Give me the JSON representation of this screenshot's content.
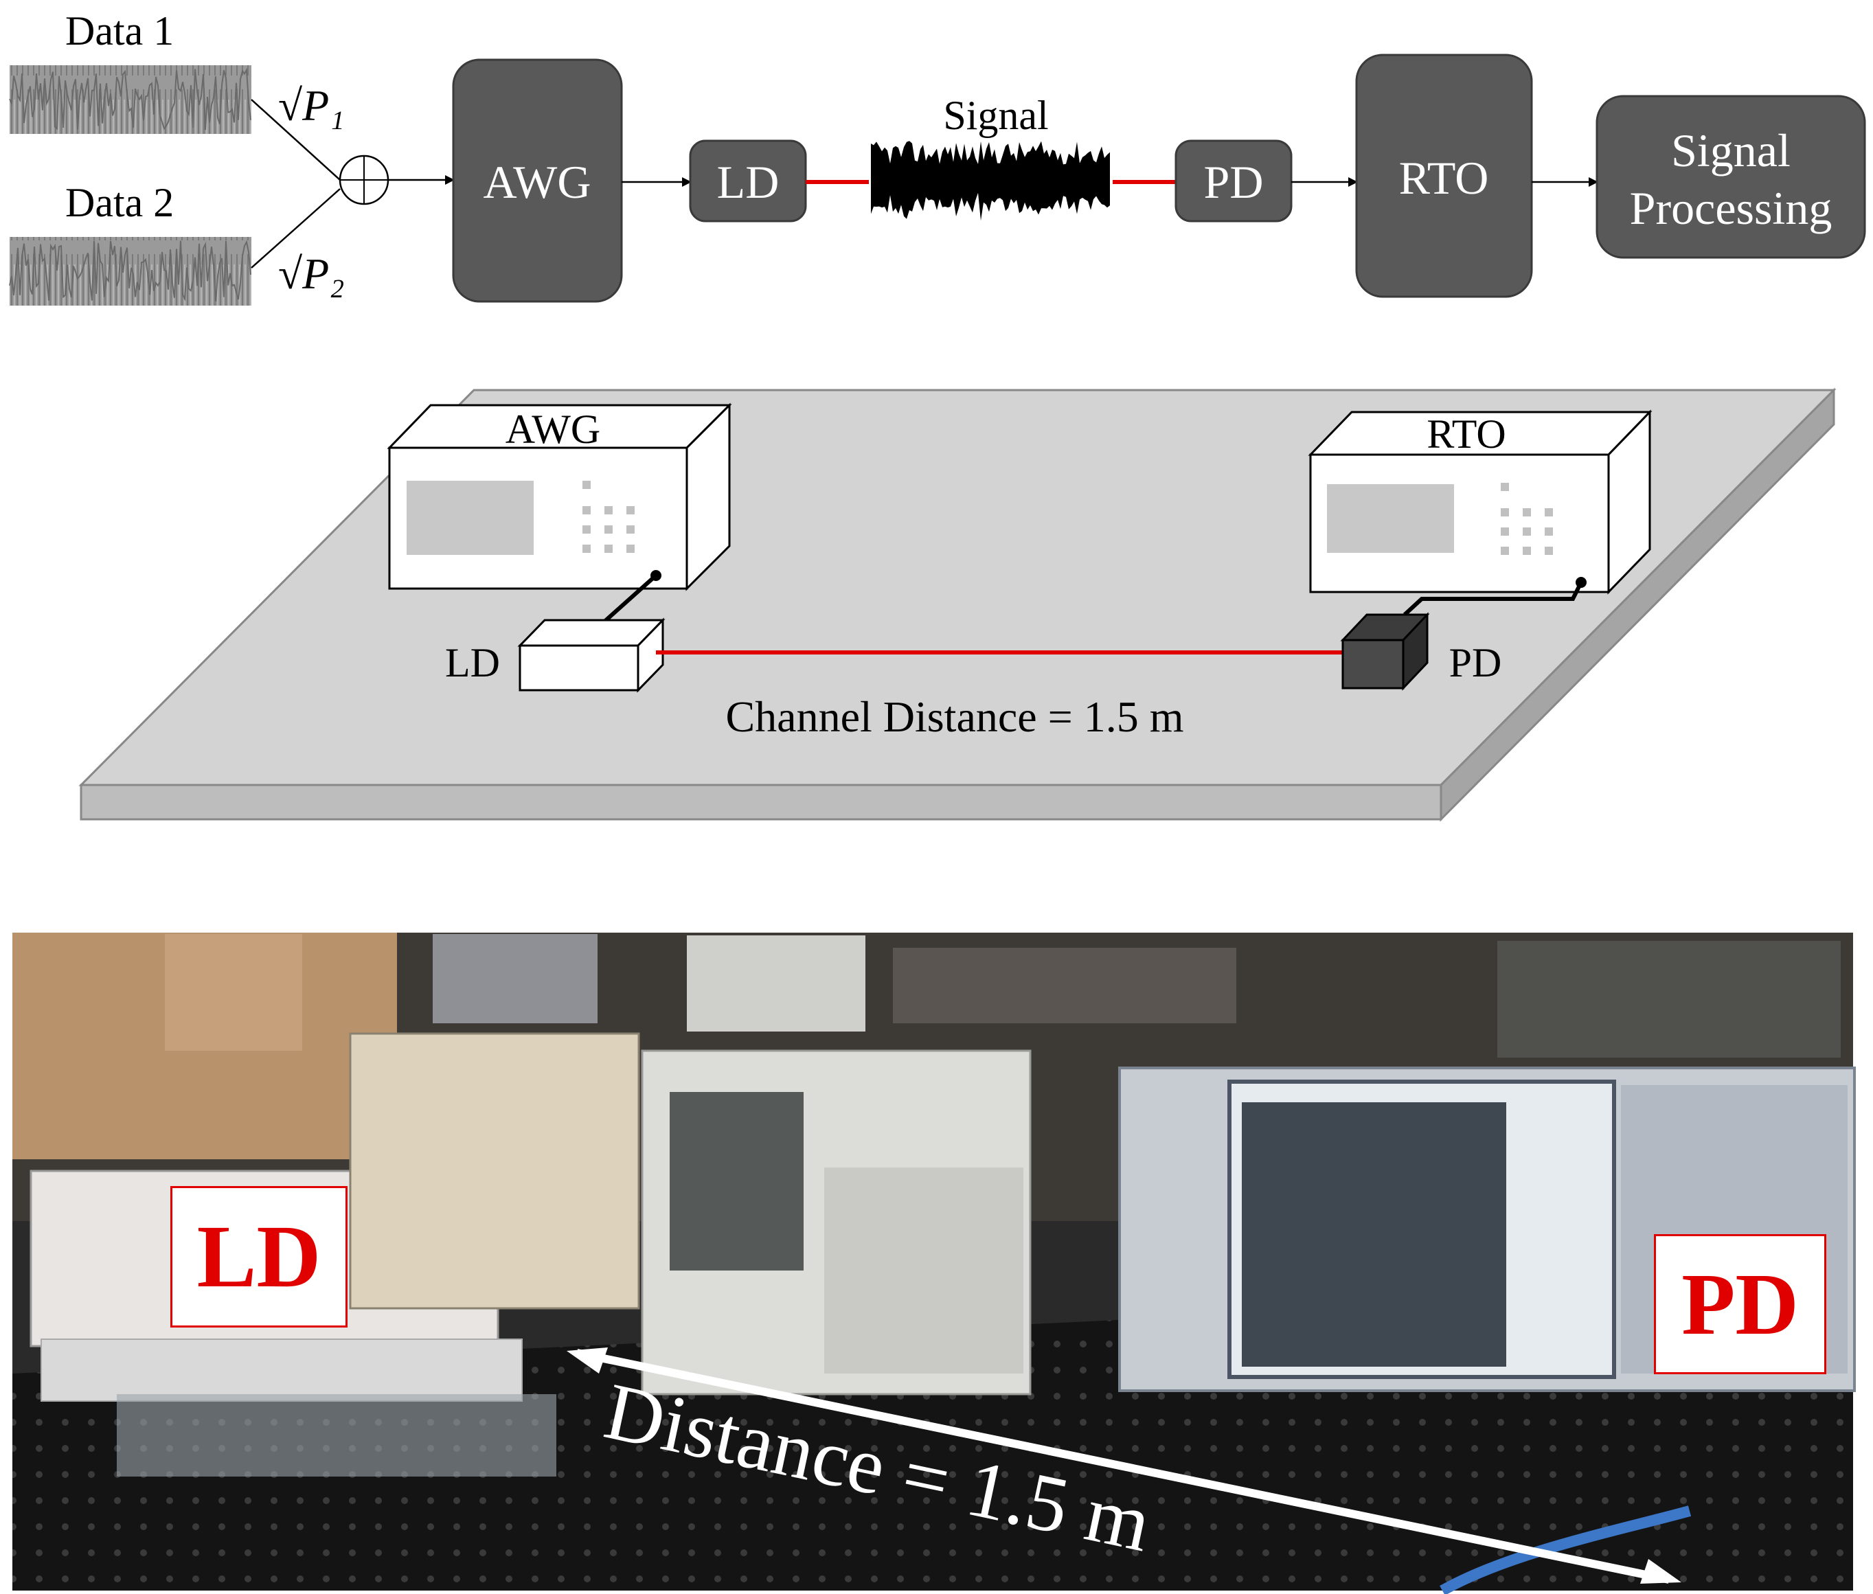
{
  "block_diagram": {
    "data1_label": "Data 1",
    "data2_label": "Data 2",
    "p1_label": "√P₁",
    "p2_label": "√P₂",
    "signal_label": "Signal",
    "awg": "AWG",
    "ld": "LD",
    "pd": "PD",
    "rto": "RTO",
    "signal_processing_line1": "Signal",
    "signal_processing_line2": "Processing"
  },
  "setup_diagram": {
    "awg": "AWG",
    "rto": "RTO",
    "ld": "LD",
    "pd": "PD",
    "channel_distance": "Channel Distance = 1.5 m"
  },
  "photo": {
    "ld_label": "LD",
    "pd_label": "PD",
    "distance_label": "Distance = 1.5 m"
  },
  "colors": {
    "block_fill": "#595959",
    "fiber_red": "#e00000",
    "table_gray": "#d3d3d3",
    "pd_dark": "#4a4a4a"
  }
}
